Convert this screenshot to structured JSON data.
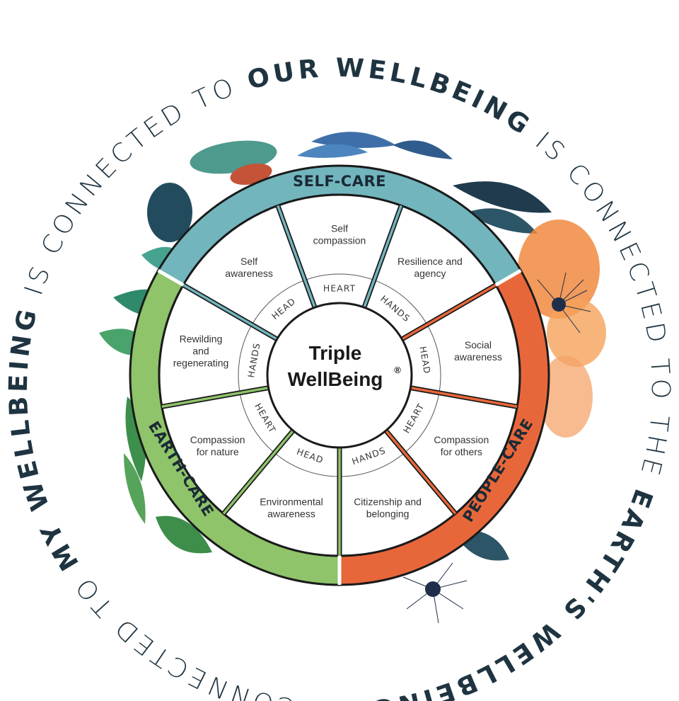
{
  "outer_ring": {
    "color": "#1f3441",
    "parts": [
      {
        "text": "IS CONNECTED TO ",
        "weight": "thin"
      },
      {
        "text": "MY WELLBEING",
        "weight": "bold"
      },
      {
        "text": " IS CONNECTED TO ",
        "weight": "thin"
      },
      {
        "text": "OUR WELLBEING",
        "weight": "bold"
      },
      {
        "text": " IS CONNECTED TO THE ",
        "weight": "thin"
      },
      {
        "text": "EARTH'S WELLBEING",
        "weight": "bold"
      }
    ]
  },
  "bands": {
    "self_care": {
      "label": "SELF-CARE",
      "color": "#72b5bd"
    },
    "people_care": {
      "label": "PEOPLE-CARE",
      "color": "#e8673a"
    },
    "earth_care": {
      "label": "EARTH-CARE",
      "color": "#8fc46a"
    }
  },
  "center": {
    "line1": "Triple",
    "line2": "WellBeing",
    "mark": "®"
  },
  "segments": [
    {
      "line1": "Self",
      "line2": "compassion",
      "line3": "",
      "ring_label": "HEART"
    },
    {
      "line1": "Resilience and",
      "line2": "agency",
      "line3": "",
      "ring_label": "HANDS"
    },
    {
      "line1": "Social",
      "line2": "awareness",
      "line3": "",
      "ring_label": "HEAD"
    },
    {
      "line1": "Compassion",
      "line2": "for others",
      "line3": "",
      "ring_label": "HEART"
    },
    {
      "line1": "Citizenship and",
      "line2": "belonging",
      "line3": "",
      "ring_label": "HANDS"
    },
    {
      "line1": "Environmental",
      "line2": "awareness",
      "line3": "",
      "ring_label": "HEAD"
    },
    {
      "line1": "Compassion",
      "line2": "for nature",
      "line3": "",
      "ring_label": "HEART"
    },
    {
      "line1": "Rewilding",
      "line2": "and",
      "line3": "regenerating",
      "ring_label": "HANDS"
    },
    {
      "line1": "Self",
      "line2": "awareness",
      "line3": "",
      "ring_label": "HEAD"
    }
  ]
}
